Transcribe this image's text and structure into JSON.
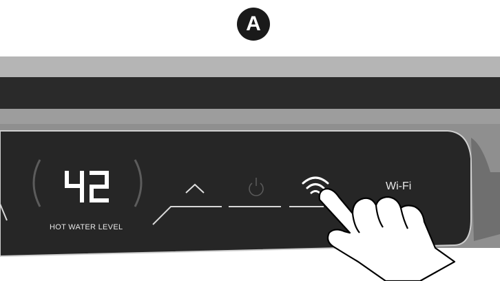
{
  "badge": {
    "letter": "A"
  },
  "display": {
    "temperature": "42",
    "hot_water_label": "HOT WATER LEVEL"
  },
  "controls": {
    "up_icon": "chevron-up-icon",
    "power_icon": "power-icon",
    "wifi_icon": "wifi-icon",
    "wifi_label": "Wi-Fi"
  },
  "colors": {
    "panel": "#2b2b2b",
    "panel_glass": "#262626",
    "housing": "#a9a9a9",
    "seg_on": "#ffffff",
    "seg_icon_dim": "#5a5a5a"
  }
}
